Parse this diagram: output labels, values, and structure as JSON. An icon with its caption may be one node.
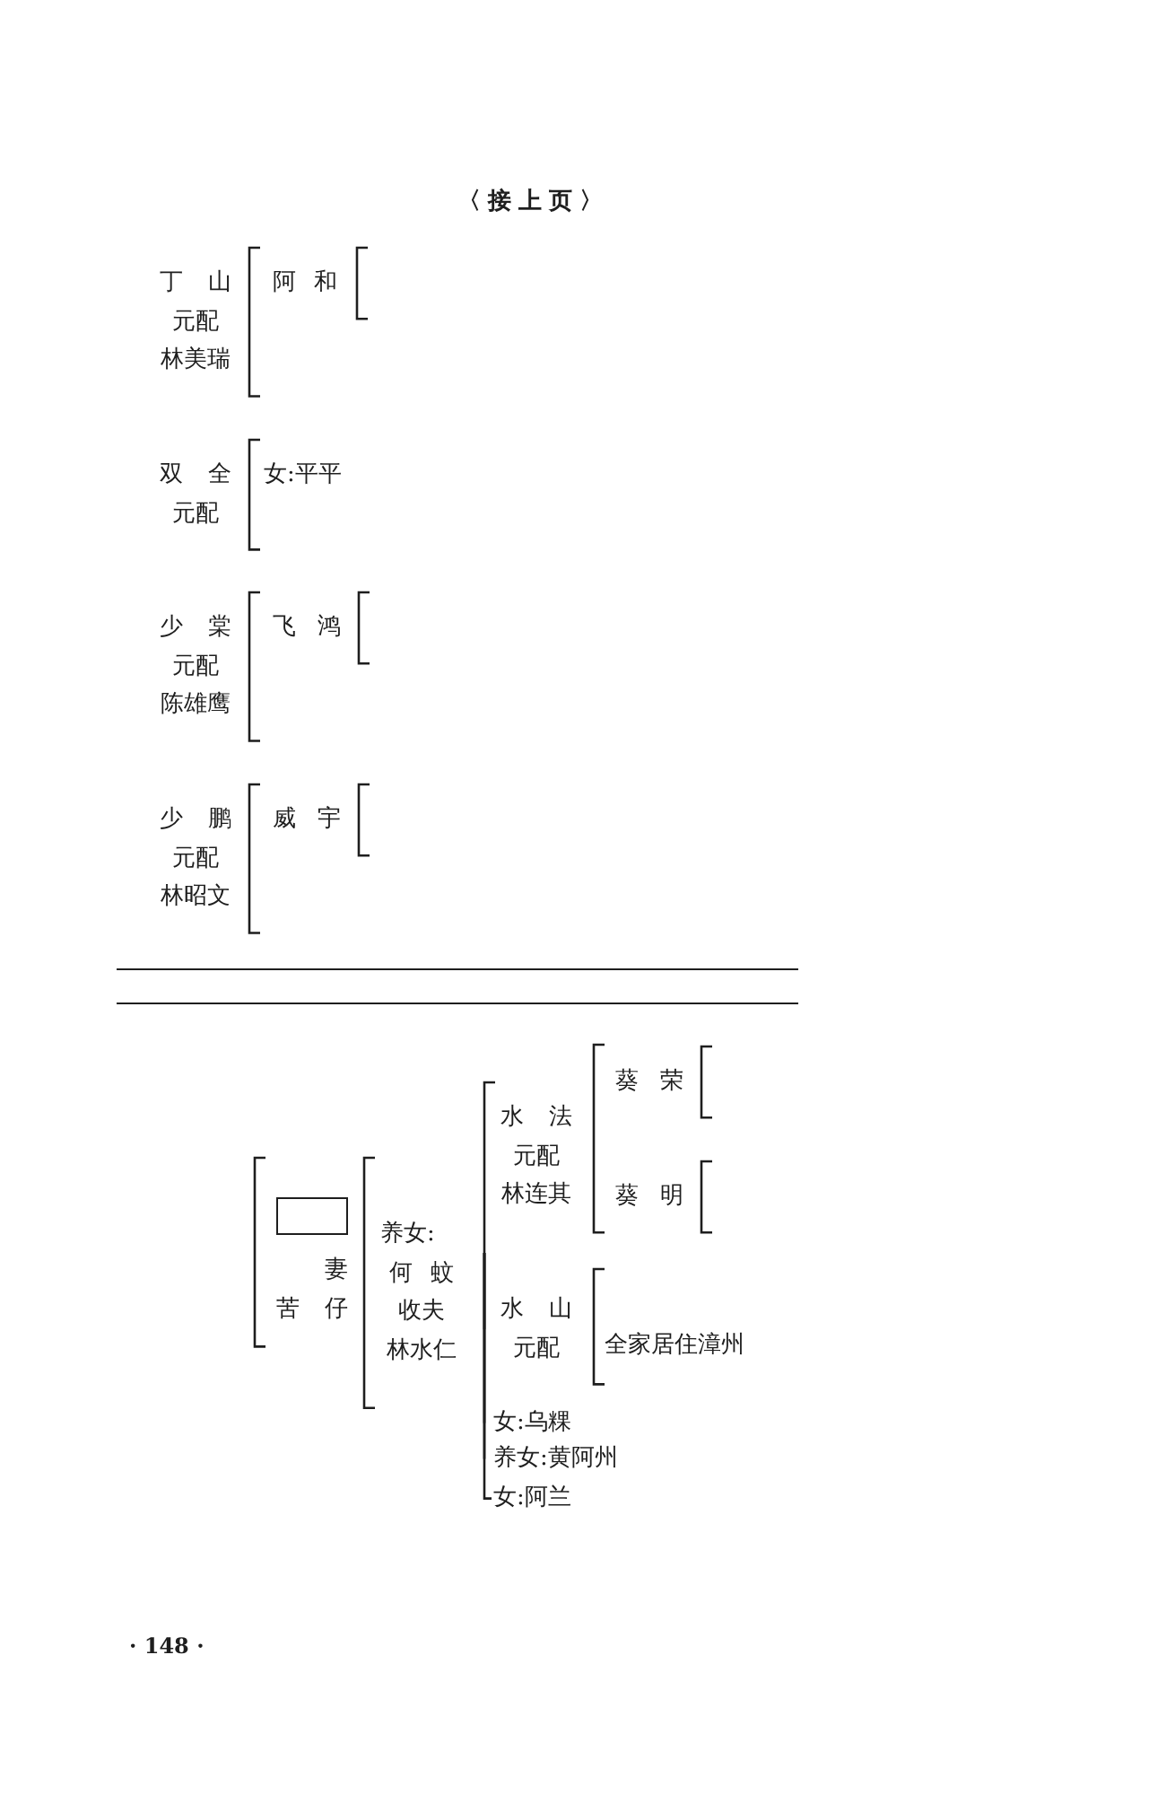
{
  "diagram": {
    "title": "〈接上页〉",
    "nodes": [
      {
        "text": [
          "丁山",
          "元配",
          "林美瑞"
        ]
      },
      {
        "text": [
          "阿和"
        ]
      },
      {
        "text": [
          "双全",
          "元配"
        ]
      },
      {
        "text": [
          "女:平平"
        ]
      },
      {
        "text": [
          "少棠",
          "元配",
          "陈雄鹰"
        ]
      },
      {
        "text": [
          "飞鸿"
        ]
      },
      {
        "text": [
          "少鹏",
          "元配",
          "林昭文"
        ]
      },
      {
        "text": [
          "威宇"
        ]
      },
      {
        "text": [
          "妻",
          "苦仔"
        ]
      },
      {
        "text": [],
        "shape": "box",
        "in": 8
      },
      {
        "text": [
          "养女:",
          "何蚊",
          "收夫",
          "林水仁"
        ]
      },
      {
        "text": [
          "水法",
          "元配",
          "林连其"
        ]
      },
      {
        "text": [
          "葵荣"
        ]
      },
      {
        "text": [
          "葵明"
        ]
      },
      {
        "text": [
          "水山",
          "元配"
        ]
      },
      {
        "text": [
          "全家居住漳州"
        ]
      },
      {
        "text": [
          "女:乌粿"
        ]
      },
      {
        "text": [
          "养女:黄阿州"
        ]
      },
      {
        "text": [
          "女:阿兰"
        ]
      }
    ],
    "edges": [
      {
        "from": 0,
        "to": 1,
        "arrow": "none"
      },
      {
        "from": 1,
        "to": null,
        "arrow": "none"
      },
      {
        "from": 2,
        "to": 3,
        "arrow": "none"
      },
      {
        "from": 4,
        "to": 5,
        "arrow": "none"
      },
      {
        "from": 5,
        "to": null,
        "arrow": "none"
      },
      {
        "from": 6,
        "to": 7,
        "arrow": "none"
      },
      {
        "from": 7,
        "to": null,
        "arrow": "none"
      },
      {
        "from": null,
        "to": 8,
        "arrow": "none"
      },
      {
        "from": 8,
        "to": 10,
        "arrow": "none"
      },
      {
        "from": 10,
        "to": 11,
        "arrow": "none"
      },
      {
        "from": 10,
        "to": 14,
        "arrow": "none"
      },
      {
        "from": 10,
        "to": 16,
        "arrow": "none"
      },
      {
        "from": 10,
        "to": 17,
        "arrow": "none"
      },
      {
        "from": 10,
        "to": 18,
        "arrow": "none"
      },
      {
        "from": 11,
        "to": 12,
        "arrow": "none"
      },
      {
        "from": 11,
        "to": 13,
        "arrow": "none"
      },
      {
        "from": 12,
        "to": null,
        "arrow": "none"
      },
      {
        "from": 13,
        "to": null,
        "arrow": "none"
      },
      {
        "from": 14,
        "to": 15,
        "arrow": "none"
      }
    ],
    "labels": [
      "· 148 ·"
    ]
  }
}
